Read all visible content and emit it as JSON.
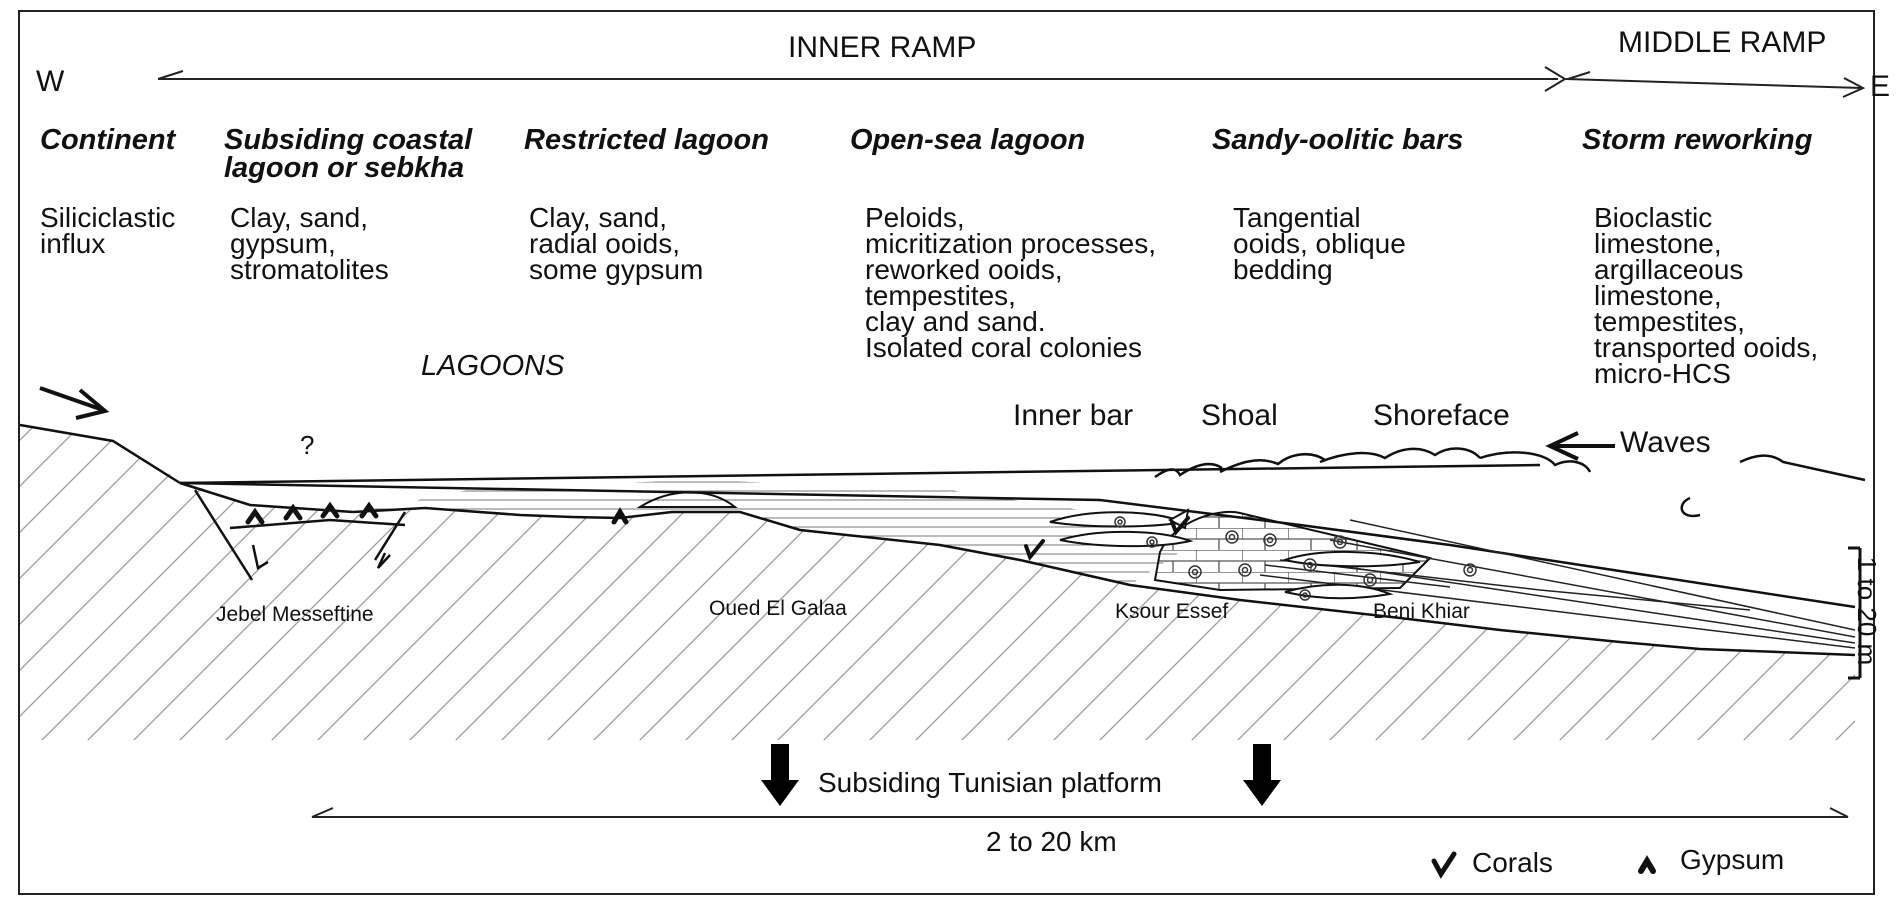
{
  "directions": {
    "west": "W",
    "east": "E"
  },
  "ramps": {
    "inner": "INNER RAMP",
    "middle": "MIDDLE RAMP"
  },
  "zones": [
    {
      "title": "Continent",
      "desc": "Siliciclastic\ninflux"
    },
    {
      "title": "Subsiding coastal\nlagoon or sebkha",
      "desc": "Clay, sand,\ngypsum,\nstromatolites"
    },
    {
      "title": "Restricted lagoon",
      "desc": "Clay, sand,\nradial ooids,\nsome gypsum"
    },
    {
      "title": "Open-sea lagoon",
      "desc": "Peloids,\nmicritization processes,\nreworked ooids,\ntempestites,\nclay and sand.\nIsolated coral colonies"
    },
    {
      "title": "Sandy-oolitic bars",
      "desc": "Tangential\nooids, oblique\nbedding"
    },
    {
      "title": "Storm reworking",
      "desc": "Bioclastic\nlimestone,\nargillaceous\nlimestone,\ntempestites,\ntransported ooids,\nmicro-HCS"
    }
  ],
  "features": {
    "lagoons": "LAGOONS",
    "question": "?",
    "inner_bar": "Inner bar",
    "shoal": "Shoal",
    "shoreface": "Shoreface",
    "waves": "Waves"
  },
  "localities": [
    "Jebel Messeftine",
    "Oued El Galaa",
    "Ksour Essef",
    "Beni Khiar"
  ],
  "scales": {
    "vertical": "1 to 20 m",
    "horizontal": "2 to 20 km"
  },
  "platform": "Subsiding Tunisian platform",
  "legend": {
    "corals": "Corals",
    "gypsum": "Gypsum"
  }
}
